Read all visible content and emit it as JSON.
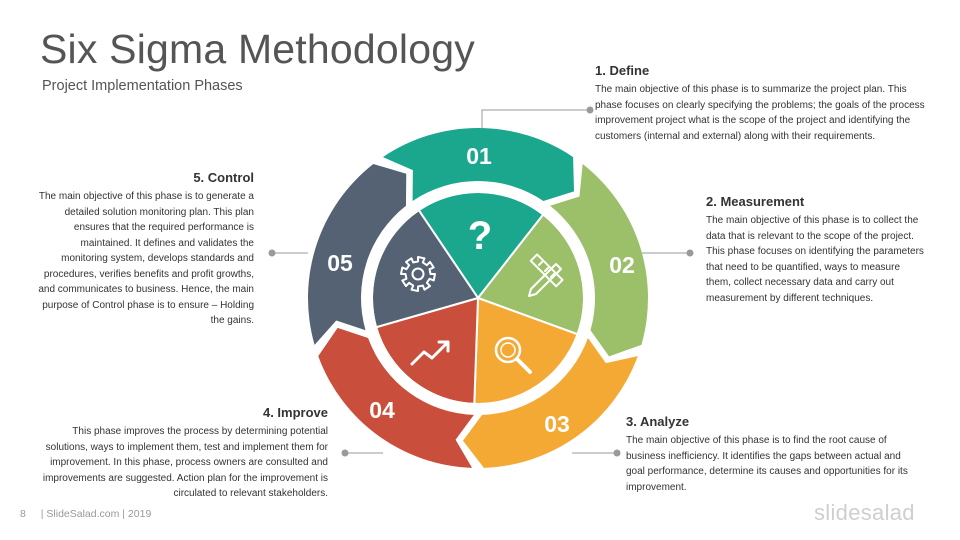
{
  "title": "Six Sigma Methodology",
  "subtitle": "Project Implementation Phases",
  "phases": [
    {
      "number": "01",
      "heading": "1. Define",
      "icon": "question-icon",
      "color": "#1BA68E",
      "text": "The main objective of this phase is to summarize the project plan. This phase focuses on clearly specifying the problems; the goals of the process improvement project what is the scope of the project and identifying the customers (internal and external) along with their requirements."
    },
    {
      "number": "02",
      "heading": "2. Measurement",
      "icon": "ruler-pencil-icon",
      "color": "#9CC06A",
      "text": "The main objective of this phase is to collect the data that is relevant to the scope of the project. This phase focuses on identifying the parameters that need to be quantified, ways to measure them, collect necessary data and carry out measurement by different techniques."
    },
    {
      "number": "03",
      "heading": "3. Analyze",
      "icon": "magnifier-icon",
      "color": "#F4A934",
      "text": "The main objective of this phase is to find the root cause of business inefficiency. It identifies the gaps between actual and goal performance, determine its causes and opportunities for its improvement."
    },
    {
      "number": "04",
      "heading": "4. Improve",
      "icon": "trend-arrow-icon",
      "color": "#C94E3C",
      "text": "This phase improves the process by determining potential solutions, ways to implement them, test and implement them for improvement. In this phase, process owners are consulted and improvements are suggested. Action plan for the improvement is circulated to relevant stakeholders."
    },
    {
      "number": "05",
      "heading": "5. Control",
      "icon": "gear-icon",
      "color": "#546274",
      "text": "The main objective of this phase is to generate a detailed solution monitoring plan. This plan ensures that the required performance is maintained. It defines and validates the monitoring system, develops standards and procedures, verifies benefits and profit growths, and communicates to business. Hence, the main purpose of Control phase is to ensure – Holding the gains."
    }
  ],
  "footer": {
    "page": "8",
    "credit": "| SlideSalad.com | 2019"
  },
  "brand": "slidesalad"
}
